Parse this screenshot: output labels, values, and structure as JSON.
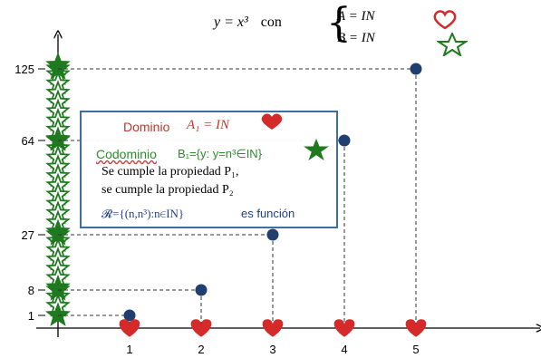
{
  "header": {
    "equation": "y = x³",
    "con": "con",
    "set_a": "A = IN",
    "set_b": "B = IN"
  },
  "infobox": {
    "dominio_label": "Dominio",
    "dominio_value": "A₁ = IN",
    "codominio_label": "Codominio",
    "codominio_value": "B₁={y: y=n³∈IN}",
    "prop1": "Se cumple la propiedad P₁,",
    "prop2": "se cumple la propiedad P₂",
    "relation": "𝓡={(n,n³):n∈IN}",
    "es_funcion": "es función"
  },
  "colors": {
    "heart": "#d42a2a",
    "star": "#1f7a1f",
    "point": "#1f3f6e",
    "box_border": "#3f6fa2",
    "dominio_text": "#c0392b",
    "codominio_text": "#2e8b2e",
    "relation_text": "#1f3f8f"
  },
  "icons": {
    "domain_marker": "heart-icon",
    "codomain_marker": "star-icon",
    "point_marker": "dot-icon"
  },
  "chart_data": {
    "type": "scatter",
    "title": "",
    "xlabel": "",
    "ylabel": "",
    "x": [
      1,
      2,
      3,
      4,
      5
    ],
    "y": [
      1,
      8,
      27,
      64,
      125
    ],
    "x_ticks": [
      "1",
      "2",
      "3",
      "4",
      "5"
    ],
    "y_ticks": [
      "1",
      "8",
      "27",
      "64",
      "125"
    ],
    "y_tick_values": [
      1,
      8,
      27,
      64,
      125
    ],
    "y_axis_scale": "nonlinear (tick labels at listed values)",
    "grid": false,
    "legend": "none",
    "star_count_on_y_axis": 28
  }
}
